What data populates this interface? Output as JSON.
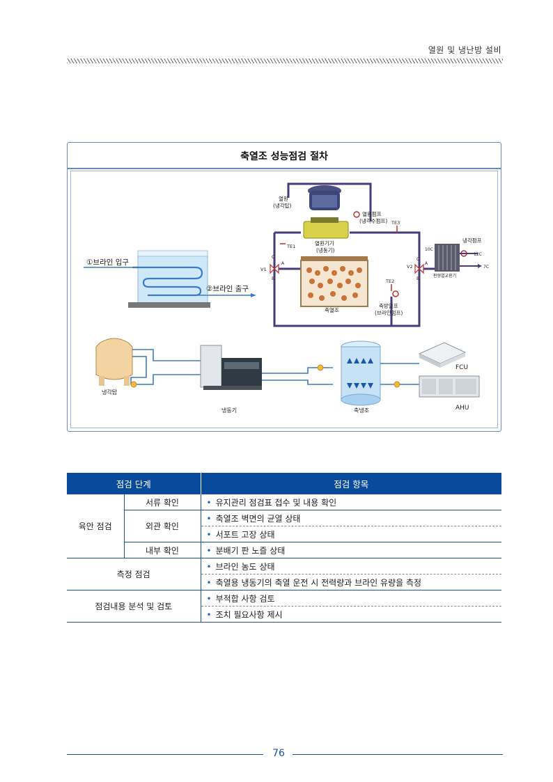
{
  "header": {
    "title": "열원 및 냉난방 설비"
  },
  "figure": {
    "title": "축열조 성능점검 절차",
    "labels": {
      "brine_in": "①브라인 입구",
      "brine_out": "②브라인 출구",
      "heat_source": "열원",
      "cooling_tower_paren": "(냉각탑)",
      "source_pump": "열원펌프",
      "cooling_water_pump": "(냉각수펌프)",
      "heat_source_unit": "열원기기",
      "chiller_paren": "(냉동기)",
      "te1": "TE1",
      "te2": "TE2",
      "te3": "TE3",
      "v1": "V1",
      "v2": "V2",
      "c_left": "C",
      "a_left": "A",
      "b_left": "B",
      "c_right": "C",
      "a_right": "A",
      "b_right": "B",
      "storage_tank": "축열조",
      "discharge_pump": "축방열프",
      "brine_pump_paren": "(브라인펌프)",
      "cooling_pump": "냉각펌프",
      "t10c": "10C",
      "t12c": "12C",
      "t7c": "7C",
      "plate_hx": "판형열교환기",
      "cooling_tower": "냉각탑",
      "chiller": "냉동기",
      "ice_tank": "축냉조",
      "fcu": "FCU",
      "ahu": "AHU"
    }
  },
  "table": {
    "header": {
      "stage": "점검 단계",
      "items": "점검 항목"
    },
    "groups": {
      "visual": {
        "stage": "육안 점검",
        "doc_check": "서류 확인",
        "doc_item": "유지관리 점검표 접수 및 내용 확인",
        "ext_check": "외관 확인",
        "ext_item1": "축열조 벽면의 균열 상태",
        "ext_item2": "서포트 고장 상태",
        "int_check": "내부 확인",
        "int_item": "분배기 판 노즐 상태"
      },
      "measure": {
        "stage": "측정 점검",
        "item1": "브라인 농도 상태",
        "item2": "축열용 냉동기의 축열 운전 시 전력량과 브라인 유량을 측정"
      },
      "analysis": {
        "stage": "점검내용 분석 및 검토",
        "item1": "부적합 사항 검토",
        "item2": "조치 필요사항 제시"
      }
    },
    "bullet": "•"
  },
  "footer": {
    "page_number": "76"
  },
  "colors": {
    "brand_blue": "#0a4a9c",
    "frame_blue": "#6d86c7",
    "pipe_purple": "#4a3a7a",
    "flow_blue": "#3a7bc8"
  }
}
